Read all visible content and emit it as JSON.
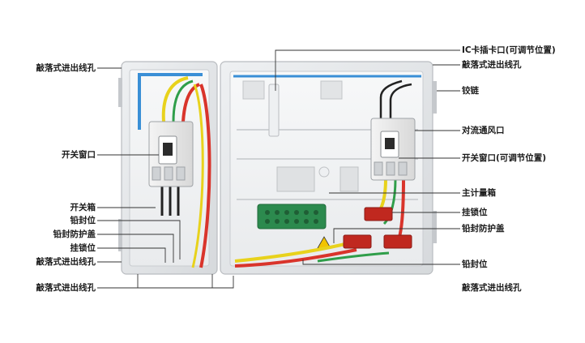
{
  "diagram": {
    "left_labels": [
      {
        "id": "knockout-hole-top-left",
        "text": "敲落式进出线孔"
      },
      {
        "id": "switch-window-left",
        "text": "开关窗口"
      },
      {
        "id": "switch-box",
        "text": "开关箱"
      },
      {
        "id": "seal-position-left",
        "text": "铅封位"
      },
      {
        "id": "seal-cover-left",
        "text": "铅封防护盖"
      },
      {
        "id": "lock-position-left",
        "text": "挂锁位"
      },
      {
        "id": "knockout-hole-mid-left",
        "text": "敲落式进出线孔"
      },
      {
        "id": "knockout-hole-bottom-left",
        "text": "敲落式进出线孔"
      }
    ],
    "right_labels": [
      {
        "id": "ic-card-slot",
        "text": "IC卡插卡口(可调节位置)"
      },
      {
        "id": "knockout-hole-top-right",
        "text": "敲落式进出线孔"
      },
      {
        "id": "hinge",
        "text": "铰链"
      },
      {
        "id": "convection-vent",
        "text": "对流通风口"
      },
      {
        "id": "switch-window-right",
        "text": "开关窗口(可调节位置)"
      },
      {
        "id": "main-meter-box",
        "text": "主计量箱"
      },
      {
        "id": "lock-position-right",
        "text": "挂锁位"
      },
      {
        "id": "seal-cover-right",
        "text": "铅封防护盖"
      },
      {
        "id": "seal-position-right",
        "text": "铅封位"
      },
      {
        "id": "knockout-hole-bottom-right",
        "text": "敲落式进出线孔"
      }
    ]
  },
  "colors": {
    "frame": "#d4d7da",
    "wire_blue": "#3a8fd6",
    "wire_yellow": "#e8d21c",
    "wire_red": "#d9342b",
    "wire_green": "#2f9e4a",
    "wire_black": "#222222",
    "terminal_green": "#2c8a4e",
    "cover_red": "#c0281f",
    "leader": "#333333"
  }
}
